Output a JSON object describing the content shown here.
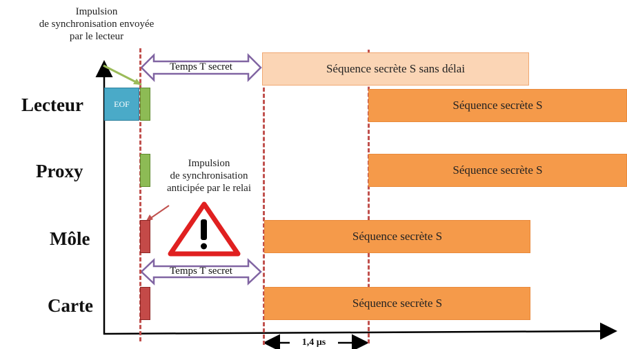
{
  "rows": {
    "lecteur": "Lecteur",
    "proxy": "Proxy",
    "mole": "Môle",
    "carte": "Carte"
  },
  "top_note": {
    "line1": "Impulsion",
    "line2": "de synchronisation envoyée",
    "line3": "par le lecteur"
  },
  "mid_note": {
    "line1": "Impulsion",
    "line2": "de synchronisation",
    "line3": "anticipée par le relai"
  },
  "bars": {
    "eof": "EOF",
    "sans_delai": "Séquence secrète S sans délai",
    "lecteur_seq": "Séquence secrète S",
    "proxy_seq": "Séquence secrète S",
    "mole_seq": "Séquence secrète S",
    "carte_seq": "Séquence secrète S"
  },
  "arrows": {
    "temps_top": "Temps T secret",
    "temps_bottom": "Temps T secret",
    "delay": "1,4 µs"
  },
  "colors": {
    "orange": "#f59a4a",
    "light_orange": "#fbd5b5",
    "eof_blue": "#4aaac8",
    "sync_green": "#8dbb55",
    "sync_red": "#c44a48",
    "dashed_red": "#c0504d",
    "arrow_purple": "#8064a2"
  },
  "icons": {
    "warning": "warning-triangle-icon"
  }
}
